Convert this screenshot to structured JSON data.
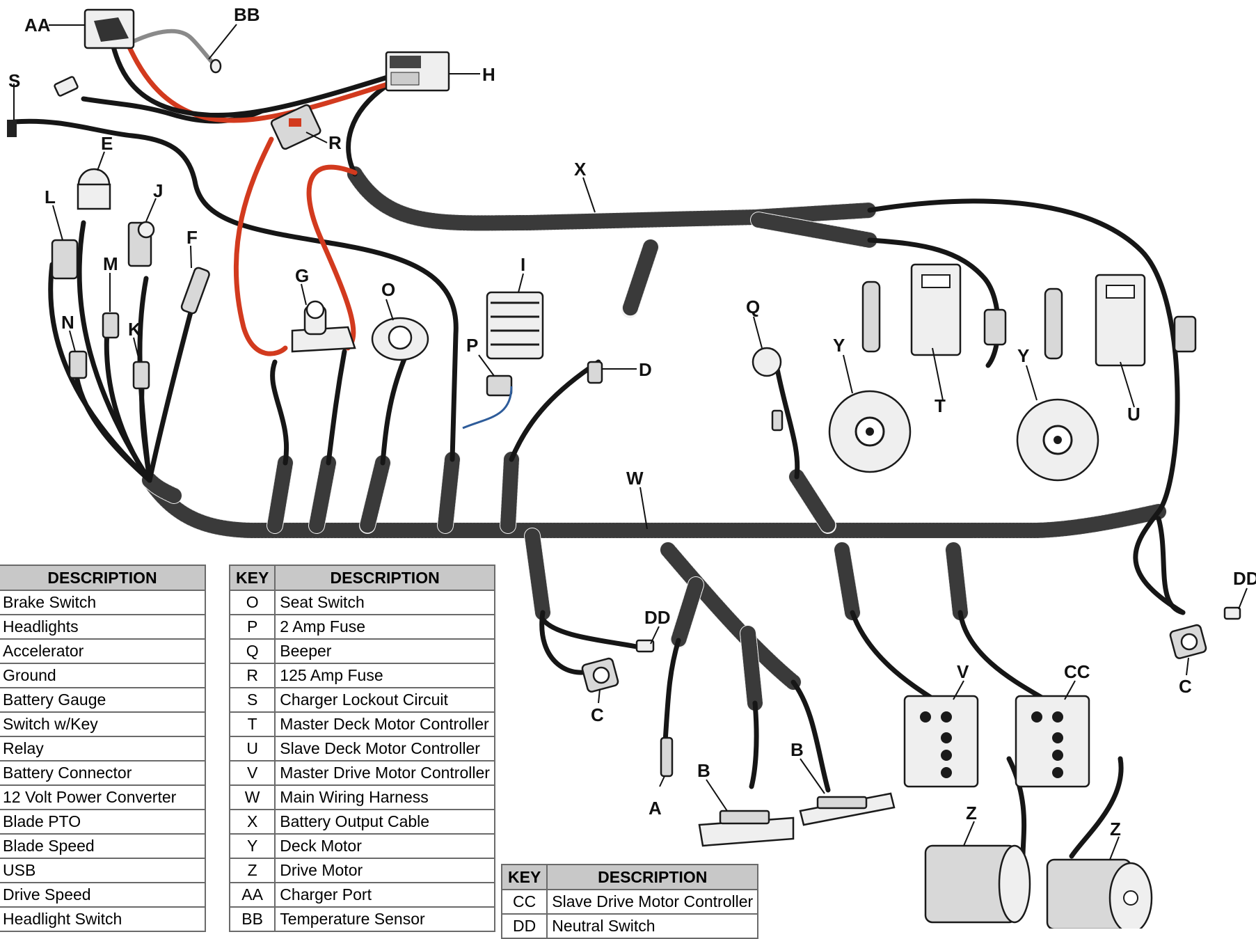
{
  "callouts": [
    "AA",
    "BB",
    "S",
    "H",
    "R",
    "E",
    "L",
    "J",
    "F",
    "M",
    "N",
    "K",
    "G",
    "O",
    "I",
    "P",
    "D",
    "X",
    "Q",
    "Y",
    "T",
    "Y",
    "U",
    "W",
    "DD",
    "DD",
    "C",
    "C",
    "V",
    "CC",
    "B",
    "B",
    "A",
    "Z",
    "Z"
  ],
  "legend_1": {
    "header": "DESCRIPTION",
    "rows": [
      "Brake Switch",
      "Headlights",
      "Accelerator",
      "Ground",
      "Battery Gauge",
      "Switch w/Key",
      "Relay",
      "Battery Connector",
      "12 Volt Power Converter",
      "Blade PTO",
      "Blade Speed",
      "USB",
      "Drive Speed",
      "Headlight Switch"
    ]
  },
  "legend_2": {
    "header_key": "KEY",
    "header_desc": "DESCRIPTION",
    "rows": [
      {
        "key": "O",
        "desc": "Seat Switch"
      },
      {
        "key": "P",
        "desc": "2 Amp Fuse"
      },
      {
        "key": "Q",
        "desc": "Beeper"
      },
      {
        "key": "R",
        "desc": "125 Amp Fuse"
      },
      {
        "key": "S",
        "desc": "Charger Lockout Circuit"
      },
      {
        "key": "T",
        "desc": "Master Deck Motor Controller"
      },
      {
        "key": "U",
        "desc": "Slave Deck Motor Controller"
      },
      {
        "key": "V",
        "desc": "Master Drive Motor Controller"
      },
      {
        "key": "W",
        "desc": "Main Wiring Harness"
      },
      {
        "key": "X",
        "desc": "Battery Output Cable"
      },
      {
        "key": "Y",
        "desc": "Deck Motor"
      },
      {
        "key": "Z",
        "desc": "Drive Motor"
      },
      {
        "key": "AA",
        "desc": "Charger Port"
      },
      {
        "key": "BB",
        "desc": "Temperature Sensor"
      }
    ]
  },
  "legend_3": {
    "header_key": "KEY",
    "header_desc": "DESCRIPTION",
    "rows": [
      {
        "key": "CC",
        "desc": "Slave Drive Motor Controller"
      },
      {
        "key": "DD",
        "desc": "Neutral Switch"
      }
    ]
  },
  "colors": {
    "wire": "#161616",
    "red_wire": "#d23a1e",
    "table_header": "#c8c8c8",
    "table_border": "#6a6a6a"
  }
}
